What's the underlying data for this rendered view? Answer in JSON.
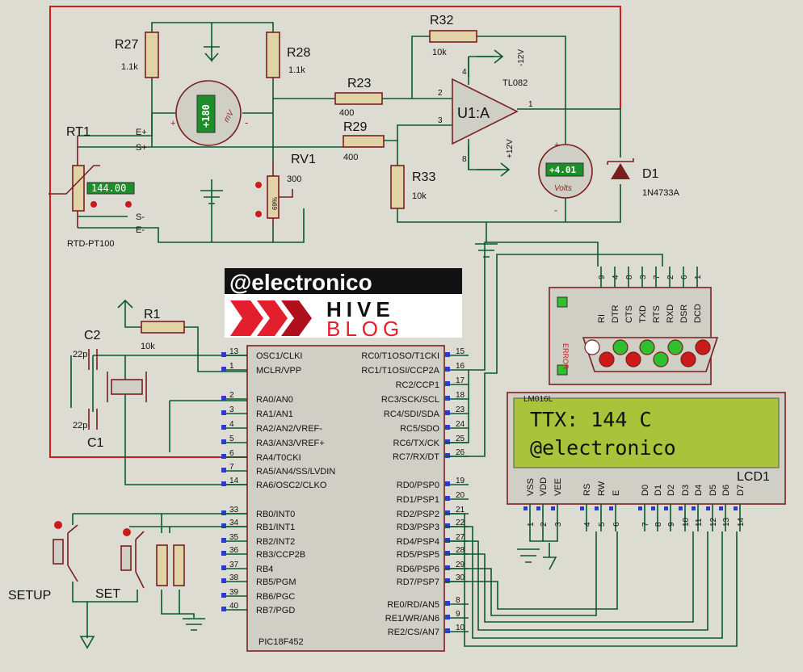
{
  "components": {
    "r27": {
      "name": "R27",
      "value": "1.1k"
    },
    "r28": {
      "name": "R28",
      "value": "1.1k"
    },
    "r32": {
      "name": "R32",
      "value": "10k"
    },
    "r23": {
      "name": "R23",
      "value": "400"
    },
    "r29": {
      "name": "R29",
      "value": "400"
    },
    "r33": {
      "name": "R33",
      "value": "10k"
    },
    "rv1": {
      "name": "RV1",
      "value": "300",
      "pct": "69%"
    },
    "r1": {
      "name": "R1",
      "value": "10k"
    },
    "c2": {
      "name": "C2",
      "value": "22p"
    },
    "c1": {
      "name": "C1",
      "value": "22p"
    },
    "rt1": {
      "name": "RT1",
      "model": "RTD-PT100",
      "reading": "144.00",
      "pins": [
        "E+",
        "S+",
        "S-",
        "E-"
      ]
    },
    "opamp": {
      "name": "U1:A",
      "model": "TL082",
      "vneg": "-12V",
      "vpos": "+12V",
      "pins": [
        "4",
        "2",
        "3",
        "8",
        "1"
      ]
    },
    "d1": {
      "name": "D1",
      "model": "1N4733A"
    },
    "mv_meter": {
      "reading": "+180",
      "unit": "mV",
      "plus": "+",
      "minus": "-"
    },
    "v_meter": {
      "reading": "+4.01",
      "unit": "Volts",
      "plus": "+",
      "minus": "-"
    },
    "buttons": {
      "setup": "SETUP",
      "set": "SET"
    },
    "mcu": {
      "model": "PIC18F452"
    }
  },
  "logo": {
    "line1": "@electronico",
    "line2": "HIVE",
    "line3": "BLOG"
  },
  "serial": {
    "error_label": "ERROR",
    "signals": [
      "RI",
      "DTR",
      "CTS",
      "TXD",
      "RTS",
      "RXD",
      "DSR",
      "DCD"
    ],
    "pins": [
      "9",
      "4",
      "8",
      "3",
      "7",
      "2",
      "6",
      "1"
    ]
  },
  "lcd": {
    "model": "LM016L",
    "name": "LCD1",
    "line1": "TTX: 144 C",
    "line2": "@electronico",
    "pin_labels": [
      "VSS",
      "VDD",
      "VEE",
      "RS",
      "RW",
      "E",
      "D0",
      "D1",
      "D2",
      "D3",
      "D4",
      "D5",
      "D6",
      "D7"
    ],
    "pin_numbers": [
      "1",
      "2",
      "3",
      "4",
      "5",
      "6",
      "7",
      "8",
      "9",
      "10",
      "11",
      "12",
      "13",
      "14"
    ]
  },
  "pic_left": [
    {
      "num": "13",
      "label": "OSC1/CLKI"
    },
    {
      "num": "1",
      "label": "MCLR/VPP"
    },
    {
      "num": "2",
      "label": "RA0/AN0"
    },
    {
      "num": "3",
      "label": "RA1/AN1"
    },
    {
      "num": "4",
      "label": "RA2/AN2/VREF-"
    },
    {
      "num": "5",
      "label": "RA3/AN3/VREF+"
    },
    {
      "num": "6",
      "label": "RA4/T0CKI"
    },
    {
      "num": "7",
      "label": "RA5/AN4/SS/LVDIN"
    },
    {
      "num": "14",
      "label": "RA6/OSC2/CLKO"
    },
    {
      "num": "33",
      "label": "RB0/INT0"
    },
    {
      "num": "34",
      "label": "RB1/INT1"
    },
    {
      "num": "35",
      "label": "RB2/INT2"
    },
    {
      "num": "36",
      "label": "RB3/CCP2B"
    },
    {
      "num": "37",
      "label": "RB4"
    },
    {
      "num": "38",
      "label": "RB5/PGM"
    },
    {
      "num": "39",
      "label": "RB6/PGC"
    },
    {
      "num": "40",
      "label": "RB7/PGD"
    }
  ],
  "pic_right": [
    {
      "num": "15",
      "label": "RC0/T1OSO/T1CKI"
    },
    {
      "num": "16",
      "label": "RC1/T1OSI/CCP2A"
    },
    {
      "num": "17",
      "label": "RC2/CCP1"
    },
    {
      "num": "18",
      "label": "RC3/SCK/SCL"
    },
    {
      "num": "23",
      "label": "RC4/SDI/SDA"
    },
    {
      "num": "24",
      "label": "RC5/SDO"
    },
    {
      "num": "25",
      "label": "RC6/TX/CK"
    },
    {
      "num": "26",
      "label": "RC7/RX/DT"
    },
    {
      "num": "19",
      "label": "RD0/PSP0"
    },
    {
      "num": "20",
      "label": "RD1/PSP1"
    },
    {
      "num": "21",
      "label": "RD2/PSP2"
    },
    {
      "num": "22",
      "label": "RD3/PSP3"
    },
    {
      "num": "27",
      "label": "RD4/PSP4"
    },
    {
      "num": "28",
      "label": "RD5/PSP5"
    },
    {
      "num": "29",
      "label": "RD6/PSP6"
    },
    {
      "num": "30",
      "label": "RD7/PSP7"
    },
    {
      "num": "8",
      "label": "RE0/RD/AN5"
    },
    {
      "num": "9",
      "label": "RE1/WR/AN6"
    },
    {
      "num": "10",
      "label": "RE2/CS/AN7"
    }
  ],
  "colors": {
    "background": "#dcdcd2",
    "wire": "#0a5a2a",
    "red_wire": "#d21c1c",
    "lcd_bg": "#a9c43b",
    "probe_green": "#2fbf2f",
    "probe_red": "#cc1a1a",
    "meter_display": "#1d8f2a"
  }
}
